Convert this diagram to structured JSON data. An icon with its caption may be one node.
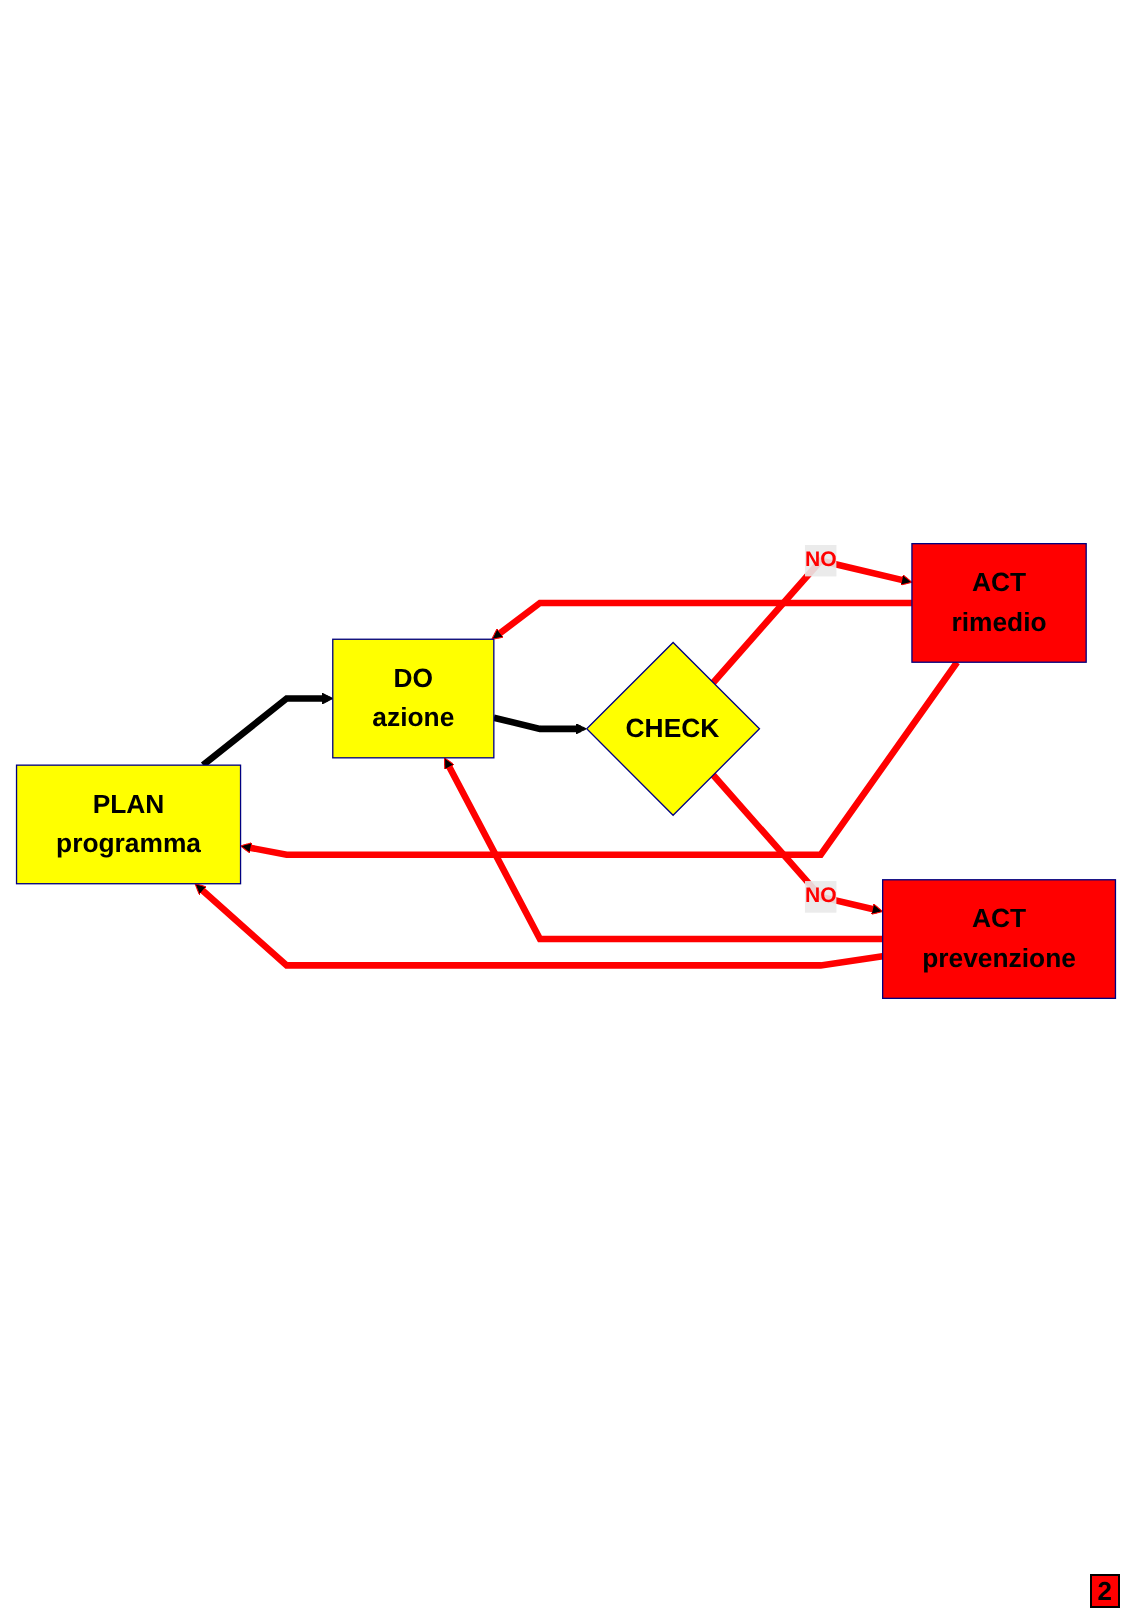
{
  "diagram": {
    "nodes": [
      {
        "text": [
          "PLAN",
          "programma"
        ]
      },
      {
        "text": [
          "DO",
          "azione"
        ]
      },
      {
        "text": [
          "CHECK"
        ]
      },
      {
        "text": [
          "ACT",
          "rimedio"
        ]
      },
      {
        "text": [
          "ACT",
          "prevenzione"
        ]
      }
    ],
    "edges": [
      {
        "from": 0,
        "to": 1,
        "arrow": "to",
        "color": "#000000"
      },
      {
        "from": 1,
        "to": 2,
        "arrow": "to",
        "color": "#000000"
      },
      {
        "from": 2,
        "to": 3,
        "arrow": "to",
        "label": "NO"
      },
      {
        "from": 2,
        "to": 4,
        "arrow": "to",
        "label": "NO"
      },
      {
        "from": 3,
        "to": 1,
        "arrow": "to"
      },
      {
        "from": 3,
        "to": 0,
        "arrow": "to"
      },
      {
        "from": 4,
        "to": 1,
        "arrow": "to"
      },
      {
        "from": 4,
        "to": 0,
        "arrow": "to"
      }
    ],
    "labels": [
      "2"
    ]
  }
}
